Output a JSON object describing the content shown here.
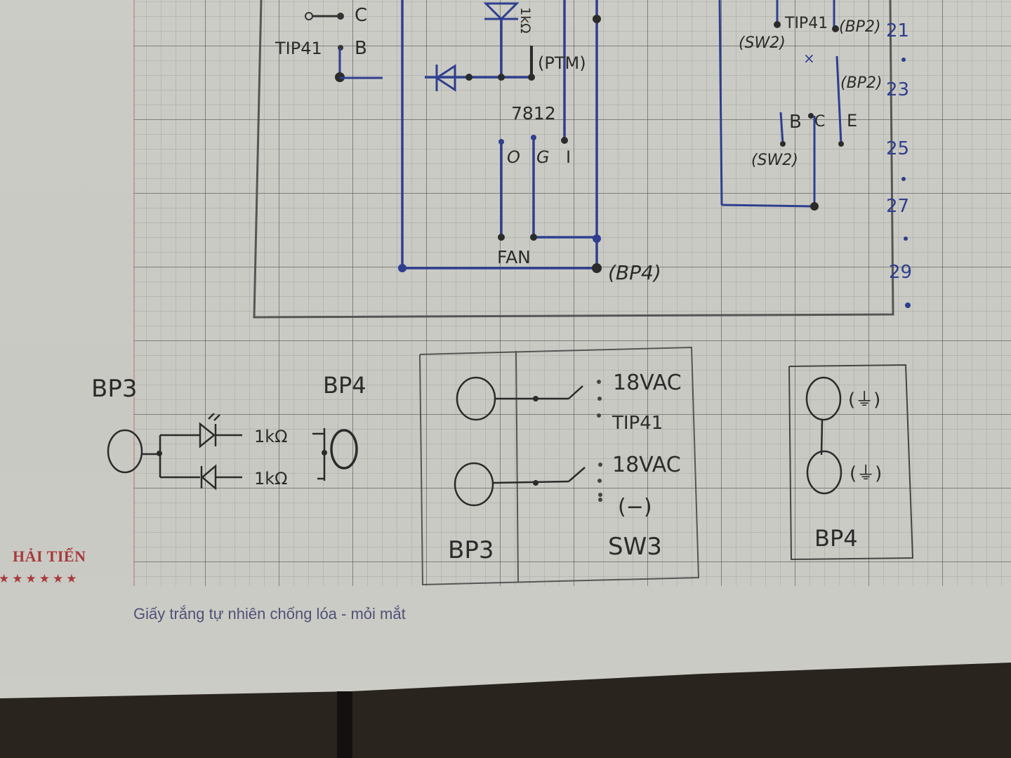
{
  "notebook": {
    "brand": "HẢI TIẾN",
    "stars": "★★★★★★",
    "tagline": "Giấy trắng tự nhiên chống lóa - mỏi mắt"
  },
  "colors": {
    "paper": "#c9c9c3",
    "pencil": "#2b2b2b",
    "blue_ink": "#2e3f8f",
    "brand_red": "#a63a3c",
    "desk": "#2a241f"
  },
  "main_schematic": {
    "transistor_left": {
      "part": "TIP41",
      "pin_c": "C",
      "pin_b": "B"
    },
    "resistor_label": "1kΩ",
    "potentiometer_label": "(PTM)",
    "regulator": {
      "part": "7812",
      "pins": [
        "O",
        "G",
        "I"
      ]
    },
    "fan_label": "FAN",
    "connector_label": "(BP4)",
    "right_block": {
      "transistor": "TIP41",
      "bp2_top": "(BP2)",
      "bp2_mid": "(BP2)",
      "sw_top": "(SW2)",
      "sw_bottom": "(SW2)",
      "pins": [
        "B",
        "C",
        "E"
      ],
      "cross": "×"
    },
    "row_numbers": [
      "21",
      "23",
      "25",
      "27",
      "29"
    ]
  },
  "detail_bp3_bp4": {
    "left_label": "BP3",
    "right_label": "BP4",
    "resistor_top": "1kΩ",
    "resistor_bottom": "1kΩ"
  },
  "detail_sw3": {
    "left_label": "BP3",
    "right_label": "SW3",
    "terminals": [
      "18VAC",
      "TIP41",
      "18VAC",
      "(−)"
    ]
  },
  "detail_bp4": {
    "label": "BP4",
    "top_terminal": "(⏚)",
    "bottom_terminal": "(⏚)"
  }
}
